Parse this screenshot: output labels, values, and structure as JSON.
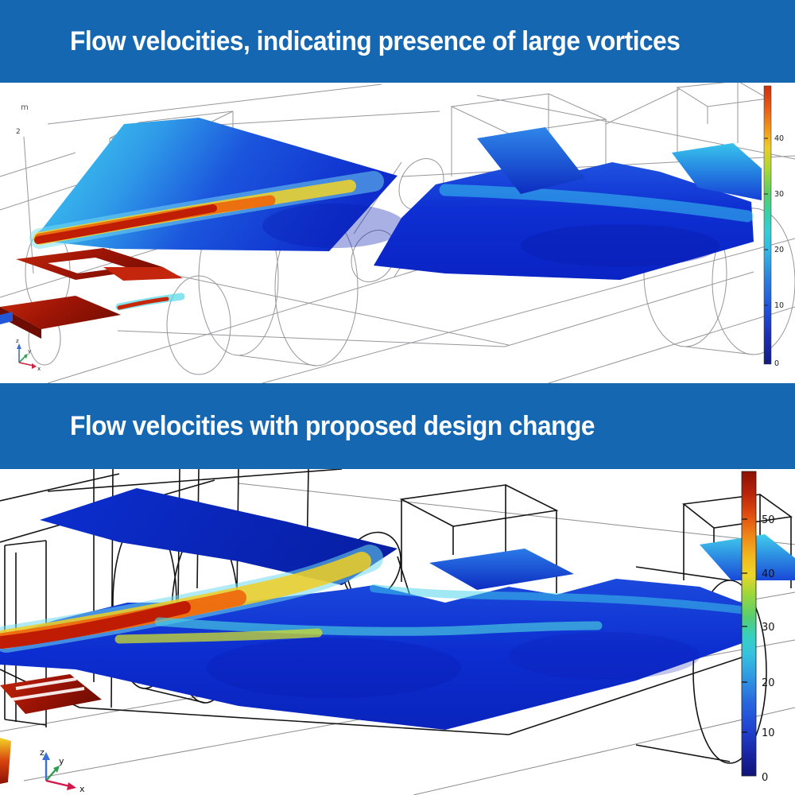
{
  "panel1": {
    "title": "Flow velocities, indicating presence of large vortices",
    "unit_label": "m",
    "axis_tick_label": "2",
    "triad": {
      "x": "x",
      "y": "y",
      "z": "z"
    },
    "colorbar": {
      "orientation": "vertical",
      "min": 0,
      "max": 50,
      "tick_labels": [
        "40",
        "30",
        "20",
        "10",
        "0"
      ]
    }
  },
  "panel2": {
    "title": "Flow velocities with proposed design change",
    "triad": {
      "x": "x",
      "y": "y",
      "z": "z"
    },
    "colorbar": {
      "orientation": "vertical",
      "min": 0,
      "max": 57,
      "tick_labels": [
        "50",
        "40",
        "30",
        "20",
        "10",
        "0"
      ]
    }
  },
  "colors": {
    "banner_bg": "#1567b2",
    "banner_text": "#ffffff",
    "wireframe_panel1": "#97979c",
    "wireframe_panel2": "#141414",
    "colormap_low": "#101478",
    "colormap_high": "#8c1104",
    "jet_core": "#b71f05"
  },
  "chart_data": [
    {
      "type": "heatmap",
      "title": "Flow velocities, indicating presence of large vortices",
      "plot_style": "3D CFD slice plot with wireframe muffler geometry",
      "colormap": "rainbow",
      "colorbar_tick_values": [
        0,
        10,
        20,
        30,
        40
      ],
      "colorbar_range": [
        0,
        50
      ],
      "axis_unit_label": "m",
      "features": "high-velocity red jet at inlet, large slow blue recirculation zones in chambers"
    },
    {
      "type": "heatmap",
      "title": "Flow velocities with proposed design change",
      "plot_style": "3D CFD slice plot with wireframe muffler geometry",
      "colormap": "rainbow",
      "colorbar_tick_values": [
        0,
        10,
        20,
        30,
        40,
        50
      ],
      "colorbar_range": [
        0,
        57
      ],
      "features": "inlet jet split by baffle, velocities distributed along upper and lower planes"
    }
  ]
}
